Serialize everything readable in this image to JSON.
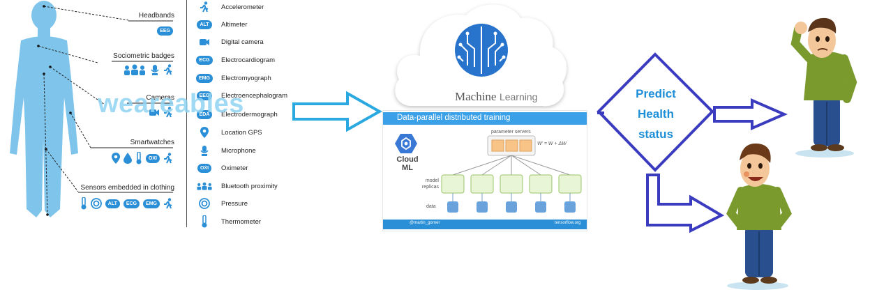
{
  "categories": [
    {
      "label": "Headbands",
      "icons": [
        "EEG"
      ]
    },
    {
      "label": "Sociometric badges",
      "icons": [
        "group-icon",
        "microphone-icon",
        "runner-icon"
      ]
    },
    {
      "label": "Cameras",
      "icons": [
        "camera-icon",
        "runner-icon"
      ]
    },
    {
      "label": "Smartwatches",
      "icons": [
        "location-icon",
        "drop-icon",
        "thermometer-icon",
        "OXI",
        "runner-icon"
      ]
    },
    {
      "label": "Sensors embedded in clothing",
      "icons": [
        "thermometer-icon",
        "pressure-icon",
        "ALT",
        "ECG",
        "EMG",
        "runner-icon"
      ]
    }
  ],
  "sensors": [
    {
      "icon": "runner-icon",
      "label": "Accelerometer"
    },
    {
      "icon": "ALT",
      "label": "Altimeter"
    },
    {
      "icon": "camera-icon",
      "label": "Digital camera"
    },
    {
      "icon": "ECG",
      "label": "Electrocardiogram"
    },
    {
      "icon": "EMG",
      "label": "Electromyograph"
    },
    {
      "icon": "EEG",
      "label": "Electroencephalogram"
    },
    {
      "icon": "EDA",
      "label": "Electrodermograph"
    },
    {
      "icon": "location-icon",
      "label": "Location GPS"
    },
    {
      "icon": "microphone-icon",
      "label": "Microphone"
    },
    {
      "icon": "OXI",
      "label": "Oximeter"
    },
    {
      "icon": "group-icon",
      "label": "Bluetooth proximity"
    },
    {
      "icon": "pressure-icon",
      "label": "Pressure"
    },
    {
      "icon": "thermometer-icon",
      "label": "Thermometer"
    }
  ],
  "wearables_label": "weareables",
  "cloud": {
    "machine": "Machine",
    "learning": "Learning"
  },
  "training": {
    "title": "Data-parallel distributed training",
    "cloud_ml": "Cloud ML",
    "parameter_servers": "parameter servers",
    "update_rule": "W' = W + ΔW",
    "model_replicas": "model replicas",
    "data": "data",
    "footer_handle": "@martin_gorner",
    "footer_site": "tensorflow.org"
  },
  "decision": {
    "line1": "Predict",
    "line2": "Health",
    "line3": "status"
  },
  "colors": {
    "body": "#7fc4ea",
    "accent": "#2a8fd6",
    "arrow_cyan": "#29a9e0",
    "arrow_blue": "#3b3bbf",
    "banner": "#3aa0e8"
  }
}
